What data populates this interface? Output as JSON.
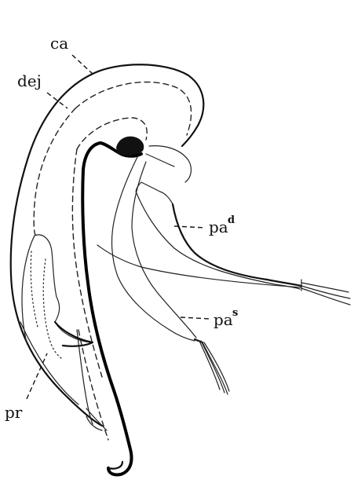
{
  "labels": {
    "ca": "ca",
    "dej": "dej",
    "pa_d_base": "pa",
    "pa_d_sup": "d",
    "pa_s_base": "pa",
    "pa_s_sup": "s",
    "pr": "pr"
  }
}
